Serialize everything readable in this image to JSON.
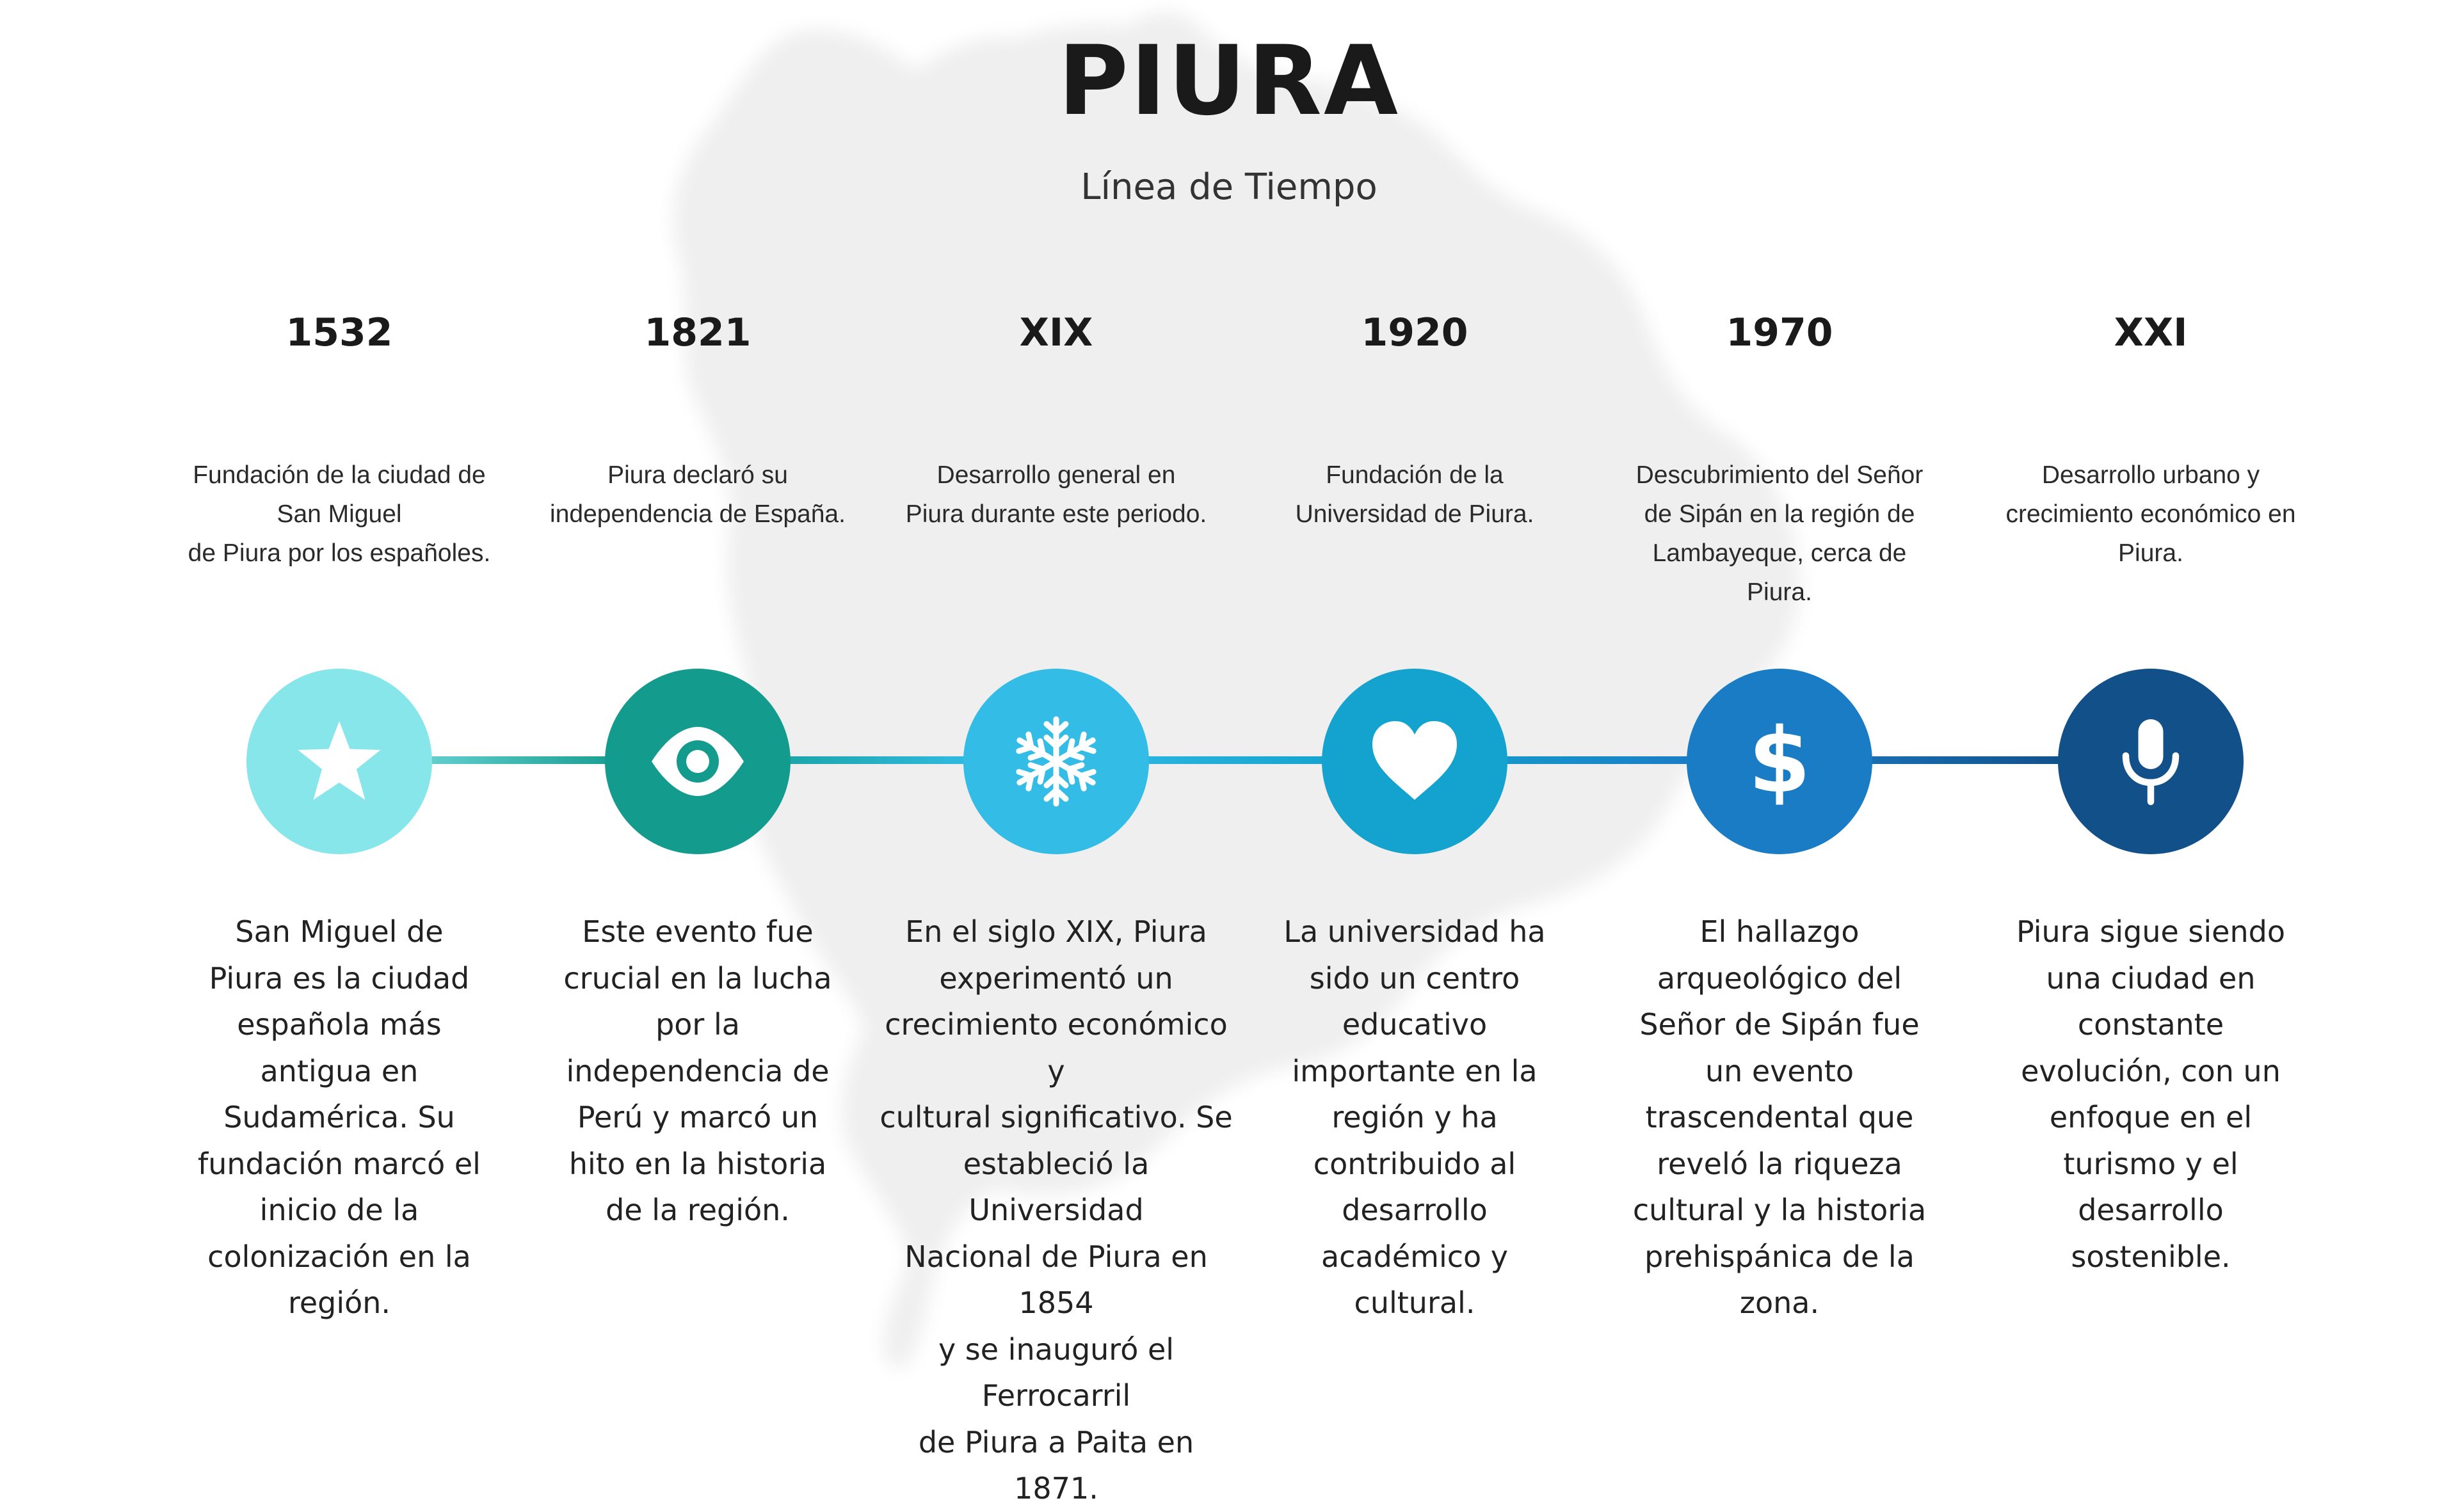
{
  "header": {
    "title": "PIURA",
    "subtitle": "Línea de Tiempo"
  },
  "events": [
    {
      "year": "1532",
      "description_lines": [
        "Fundación de la ciudad de",
        "San Miguel",
        "de Piura por los españoles."
      ],
      "body_lines": [
        "San Miguel de",
        "Piura es la ciudad",
        "española más",
        "antigua en",
        "Sudamérica. Su",
        "fundación marcó el",
        "inicio de la",
        "colonización en la",
        "región."
      ],
      "icon": "star-icon",
      "color": "#86E6EA"
    },
    {
      "year": "1821",
      "description_lines": [
        "Piura declaró su",
        "independencia de España."
      ],
      "body_lines": [
        "Este evento fue",
        "crucial en la lucha",
        "por la",
        "independencia de",
        "Perú y marcó un",
        "hito en la historia",
        "de la región."
      ],
      "icon": "eye-icon",
      "color": "#139B8E"
    },
    {
      "year": "XIX",
      "description_lines": [
        "Desarrollo general en",
        "Piura durante este periodo."
      ],
      "body_lines": [
        "En el siglo XIX, Piura",
        "experimentó un",
        "crecimiento económico y",
        "cultural significativo. Se",
        "estableció la Universidad",
        "Nacional de Piura en 1854",
        "y se inauguró el Ferrocarril",
        "de Piura a Paita en 1871."
      ],
      "icon": "snowflake-icon",
      "color": "#33BCE6"
    },
    {
      "year": "1920",
      "description_lines": [
        "Fundación de la",
        "Universidad de Piura."
      ],
      "body_lines": [
        "La universidad ha",
        "sido un centro",
        "educativo",
        "importante en la",
        "región y ha",
        "contribuido al",
        "desarrollo",
        "académico y",
        "cultural."
      ],
      "icon": "heart-icon",
      "color": "#14A2CE"
    },
    {
      "year": "1970",
      "description_lines": [
        "Descubrimiento del Señor",
        "de Sipán en la región de",
        "Lambayeque, cerca de",
        "Piura."
      ],
      "body_lines": [
        "El hallazgo",
        "arqueológico del",
        "Señor de Sipán fue",
        "un evento",
        "trascendental que",
        "reveló la riqueza",
        "cultural y la historia",
        "prehispánica de la",
        "zona."
      ],
      "icon": "dollar-icon",
      "icon_text": "$",
      "color": "#1A7CC5"
    },
    {
      "year": "XXI",
      "description_lines": [
        "Desarrollo urbano y",
        "crecimiento económico en",
        "Piura."
      ],
      "body_lines": [
        "Piura sigue siendo",
        "una ciudad en",
        "constante",
        "evolución, con un",
        "enfoque en el",
        "turismo y el",
        "desarrollo",
        "sostenible."
      ],
      "icon": "microphone-icon",
      "color": "#12508A"
    }
  ],
  "connector_colors": [
    "#86E6EA",
    "#139B8E",
    "#33BCE6",
    "#14A2CE",
    "#1A7CC5",
    "#12508A"
  ]
}
